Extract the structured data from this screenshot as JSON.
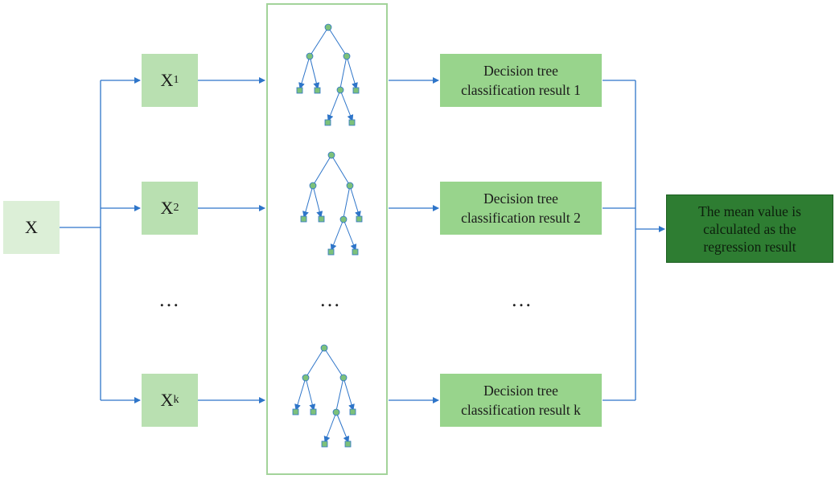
{
  "input": {
    "label": "X"
  },
  "subsets": [
    {
      "base": "X",
      "sub": "1"
    },
    {
      "base": "X",
      "sub": "2"
    },
    {
      "base": "X",
      "sub": "k"
    }
  ],
  "results": [
    {
      "line1": "Decision tree",
      "line2": "classification result 1"
    },
    {
      "line1": "Decision tree",
      "line2": "classification result 2"
    },
    {
      "line1": "Decision tree",
      "line2": "classification result k"
    }
  ],
  "final": {
    "line1": "The mean value is",
    "line2": "calculated as the",
    "line3": "regression result"
  },
  "ellipsis": "…",
  "colors": {
    "input_fill": "#dcefd7",
    "subset_fill": "#b9e0b1",
    "result_fill": "#98d48c",
    "final_fill": "#2e7d32",
    "arrow": "#2e75c9",
    "tree_node": "#7dc17a",
    "forest_border": "#a3d39a"
  }
}
